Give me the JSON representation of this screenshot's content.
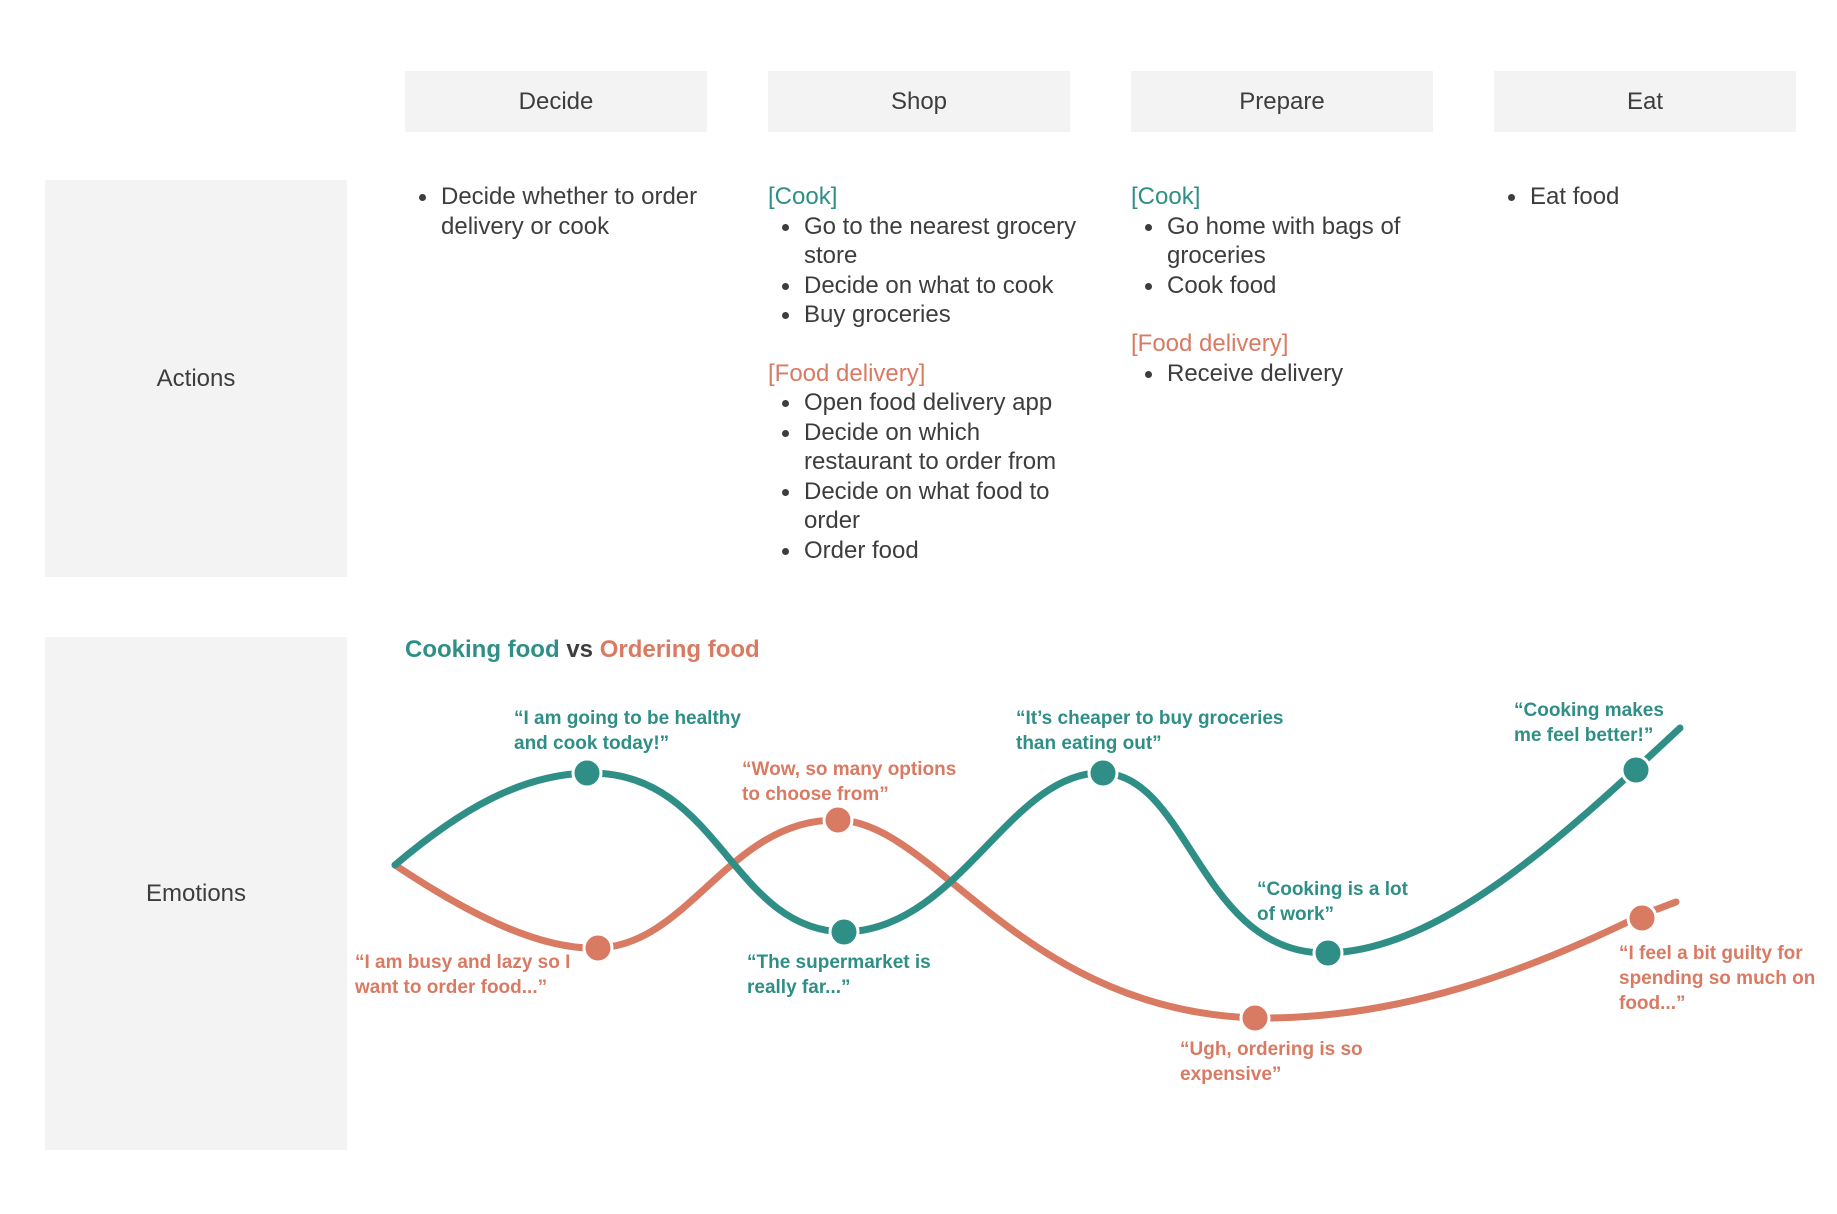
{
  "stages": [
    "Decide",
    "Shop",
    "Prepare",
    "Eat"
  ],
  "rows": {
    "actions": "Actions",
    "emotions": "Emotions"
  },
  "actions": {
    "decide": {
      "items": [
        "Decide whether to order delivery or cook"
      ]
    },
    "shop": {
      "cook_tag": "[Cook]",
      "cook_items": [
        "Go to the nearest grocery store",
        "Decide on what to cook",
        "Buy groceries"
      ],
      "delivery_tag": "[Food delivery]",
      "delivery_items": [
        "Open food delivery app",
        "Decide on which restaurant to order from",
        "Decide on what food to order",
        "Order food"
      ]
    },
    "prepare": {
      "cook_tag": "[Cook]",
      "cook_items": [
        "Go home with bags of groceries",
        "Cook food"
      ],
      "delivery_tag": "[Food delivery]",
      "delivery_items": [
        "Receive delivery"
      ]
    },
    "eat": {
      "items": [
        "Eat food"
      ]
    }
  },
  "legend": {
    "cooking": "Cooking food",
    "vs": "vs",
    "ordering": "Ordering food"
  },
  "colors": {
    "cooking": "#2f8f86",
    "ordering": "#d97a63",
    "panel": "#f3f3f3",
    "text": "#3d3d3d"
  },
  "quotes": {
    "cook_1": "“I am going to be healthy and cook today!”",
    "cook_2": "“The supermarket is really far...”",
    "cook_3": "“It’s cheaper to buy groceries than eating out”",
    "cook_4": "“Cooking is a lot of work”",
    "cook_5": "“Cooking makes me feel better!”",
    "order_1": "“I am busy and lazy so I want to order food...”",
    "order_2": "“Wow, so many options to choose from”",
    "order_3": "“Ugh, ordering is so expensive”",
    "order_4": "“I feel a bit guilty for spending so much on food...”"
  }
}
